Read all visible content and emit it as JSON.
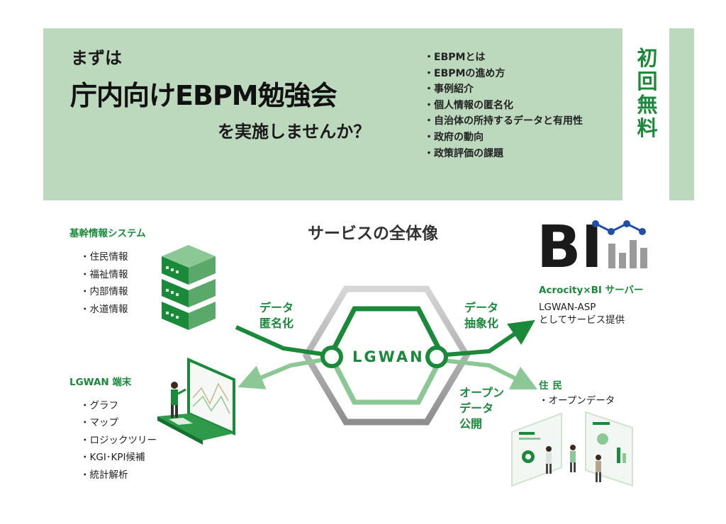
{
  "banner": {
    "lead": "まずは",
    "title": "庁内向けEBPM勉強会",
    "tail": "を実施しませんか？",
    "badge": [
      "初",
      "回",
      "無",
      "料"
    ],
    "topics": [
      "・EBPMとは",
      "・EBPMの進め方",
      "・事例紹介",
      "・個人情報の匿名化",
      "・自治体の所持するデータと有用性",
      "・政府の動向",
      "・政策評価の課題"
    ]
  },
  "overview": {
    "title": "サービスの全体像"
  },
  "core_system": {
    "title": "基幹情報システム",
    "items": [
      "・住民情報",
      "・福祉情報",
      "・内部情報",
      "・水道情報"
    ],
    "icon": "server-stack-icon"
  },
  "terminal": {
    "title": "LGWAN 端末",
    "items": [
      "・グラフ",
      "・マップ",
      "・ロジックツリー",
      "・KGI･KPI候補",
      "・統計解析"
    ],
    "icon": "laptop-analyst-icon"
  },
  "hub": {
    "label": "LGWAN"
  },
  "flows": {
    "anonymize": [
      "データ",
      "匿名化"
    ],
    "abstract": [
      "データ",
      "抽象化"
    ],
    "open": [
      "オープン",
      "データ",
      "公開"
    ]
  },
  "bi": {
    "logo_text": "BI",
    "title": "Acrocity×BI サーバー",
    "caption": [
      "LGWAN-ASP",
      "としてサービス提供"
    ]
  },
  "residents": {
    "title": "住民",
    "item": "・オープンデータ",
    "icon": "dashboard-people-icon"
  },
  "colors": {
    "accent_green": "#1a8a3a",
    "light_green": "#8cc796",
    "banner_bg": "#bcd9bd",
    "gray": "#9a9a9a"
  }
}
